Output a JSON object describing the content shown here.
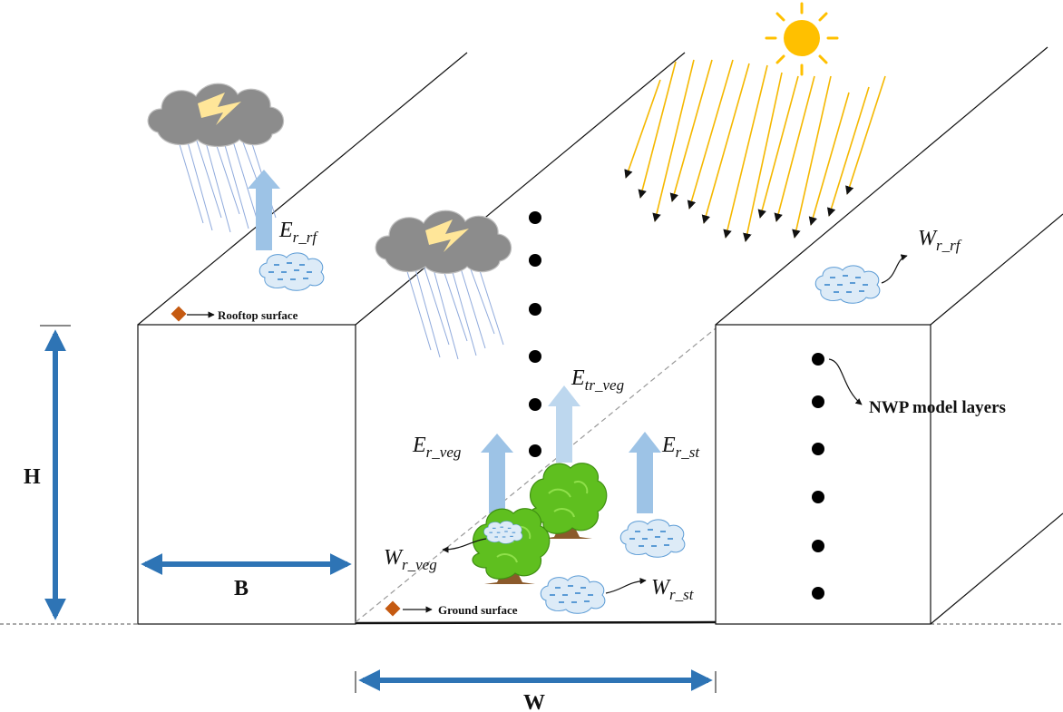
{
  "labels": {
    "H": "H",
    "B": "B",
    "W": "W",
    "rooftop_surface": "Rooftop surface",
    "ground_surface": "Ground  surface",
    "nwp_layers": "NWP model layers"
  },
  "fluxes": {
    "e_r_rf": {
      "main": "E",
      "sub": "r_rf"
    },
    "e_r_veg": {
      "main": "E",
      "sub": "r_veg"
    },
    "e_tr_veg": {
      "main": "E",
      "sub": "tr_veg"
    },
    "e_r_st": {
      "main": "E",
      "sub": "r_st"
    },
    "w_r_rf": {
      "main": "W",
      "sub": "r_rf"
    },
    "w_r_veg": {
      "main": "W",
      "sub": "r_veg"
    },
    "w_r_st": {
      "main": "W",
      "sub": "r_st"
    }
  },
  "colors": {
    "dimension_arrow": "#2e74b5",
    "flux_arrow": "#9dc3e6",
    "flux_arrow_tr": "#bdd7ee",
    "sun": "#ffc000",
    "sun_rays": "#f5b800",
    "cloud": "#8c8c8c",
    "rain": "#8faadc",
    "lightning": "#ffe699",
    "puddle_fill": "#ddebf7",
    "puddle_edge": "#5b9bd5",
    "tree": "#5fbf1f",
    "marker": "#c55a11"
  },
  "icons": [
    "storm-cloud-icon",
    "sun-icon",
    "tree-icon",
    "water-puddle-icon",
    "surface-marker-icon"
  ]
}
